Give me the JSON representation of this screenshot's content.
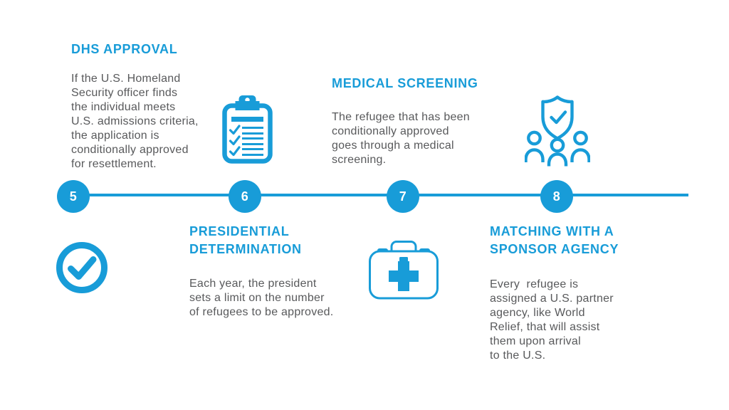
{
  "colors": {
    "accent": "#189CD8",
    "body_text": "#58595B",
    "background": "#FFFFFF"
  },
  "timeline": {
    "steps": [
      {
        "number": "5",
        "title": "DHS APPROVAL",
        "description": "If the U.S. Homeland\nSecurity officer finds\nthe individual meets\nU.S. admissions criteria,\nthe application is\nconditionally approved\nfor resettlement.",
        "side": "above"
      },
      {
        "number": "6",
        "title": "PRESIDENTIAL\nDETERMINATION",
        "description": "Each year, the president\nsets a limit on the number\nof refugees to be approved.",
        "side": "below"
      },
      {
        "number": "7",
        "title": "MEDICAL SCREENING",
        "description": "The refugee that has been\nconditionally approved\ngoes through a medical\nscreening.",
        "side": "above"
      },
      {
        "number": "8",
        "title": "MATCHING WITH A\nSPONSOR AGENCY",
        "description": "Every  refugee is\nassigned a U.S. partner\nagency, like World\nRelief, that will assist\nthem upon arrival\nto the U.S.",
        "side": "below"
      }
    ],
    "icons": {
      "clipboard": "clipboard-checklist-icon",
      "check": "check-circle-icon",
      "first_aid": "first-aid-kit-icon",
      "shield": "shield-people-icon"
    }
  }
}
